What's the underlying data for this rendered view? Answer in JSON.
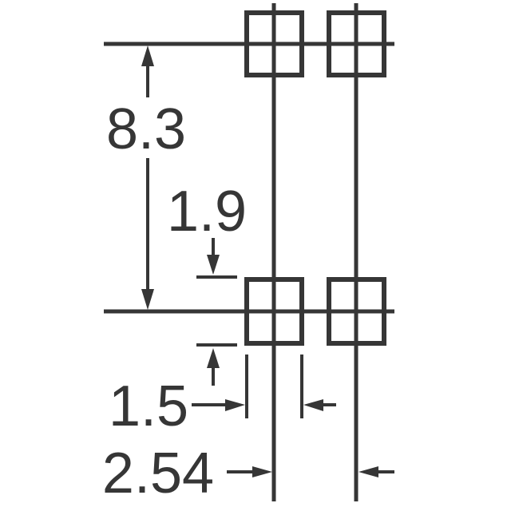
{
  "drawing": {
    "description": "PCB footprint / pad layout dimension drawing with four square pads on two centerlines",
    "background_color": "#ffffff",
    "stroke_color": "#363636",
    "labels": {
      "vertical_pitch": "8.3",
      "pad_height": "1.9",
      "pad_width": "1.5",
      "horizontal_pitch": "2.54"
    },
    "dimension_list": [
      {
        "id": "vertical_pitch",
        "text": "8.3",
        "measures": "distance between top row line and bottom row line"
      },
      {
        "id": "pad_height",
        "text": "1.9",
        "measures": "vertical size of square pad"
      },
      {
        "id": "pad_width",
        "text": "1.5",
        "measures": "horizontal size of square pad"
      },
      {
        "id": "horizontal_pitch",
        "text": "2.54",
        "measures": "distance between the two vertical centerlines"
      }
    ]
  }
}
